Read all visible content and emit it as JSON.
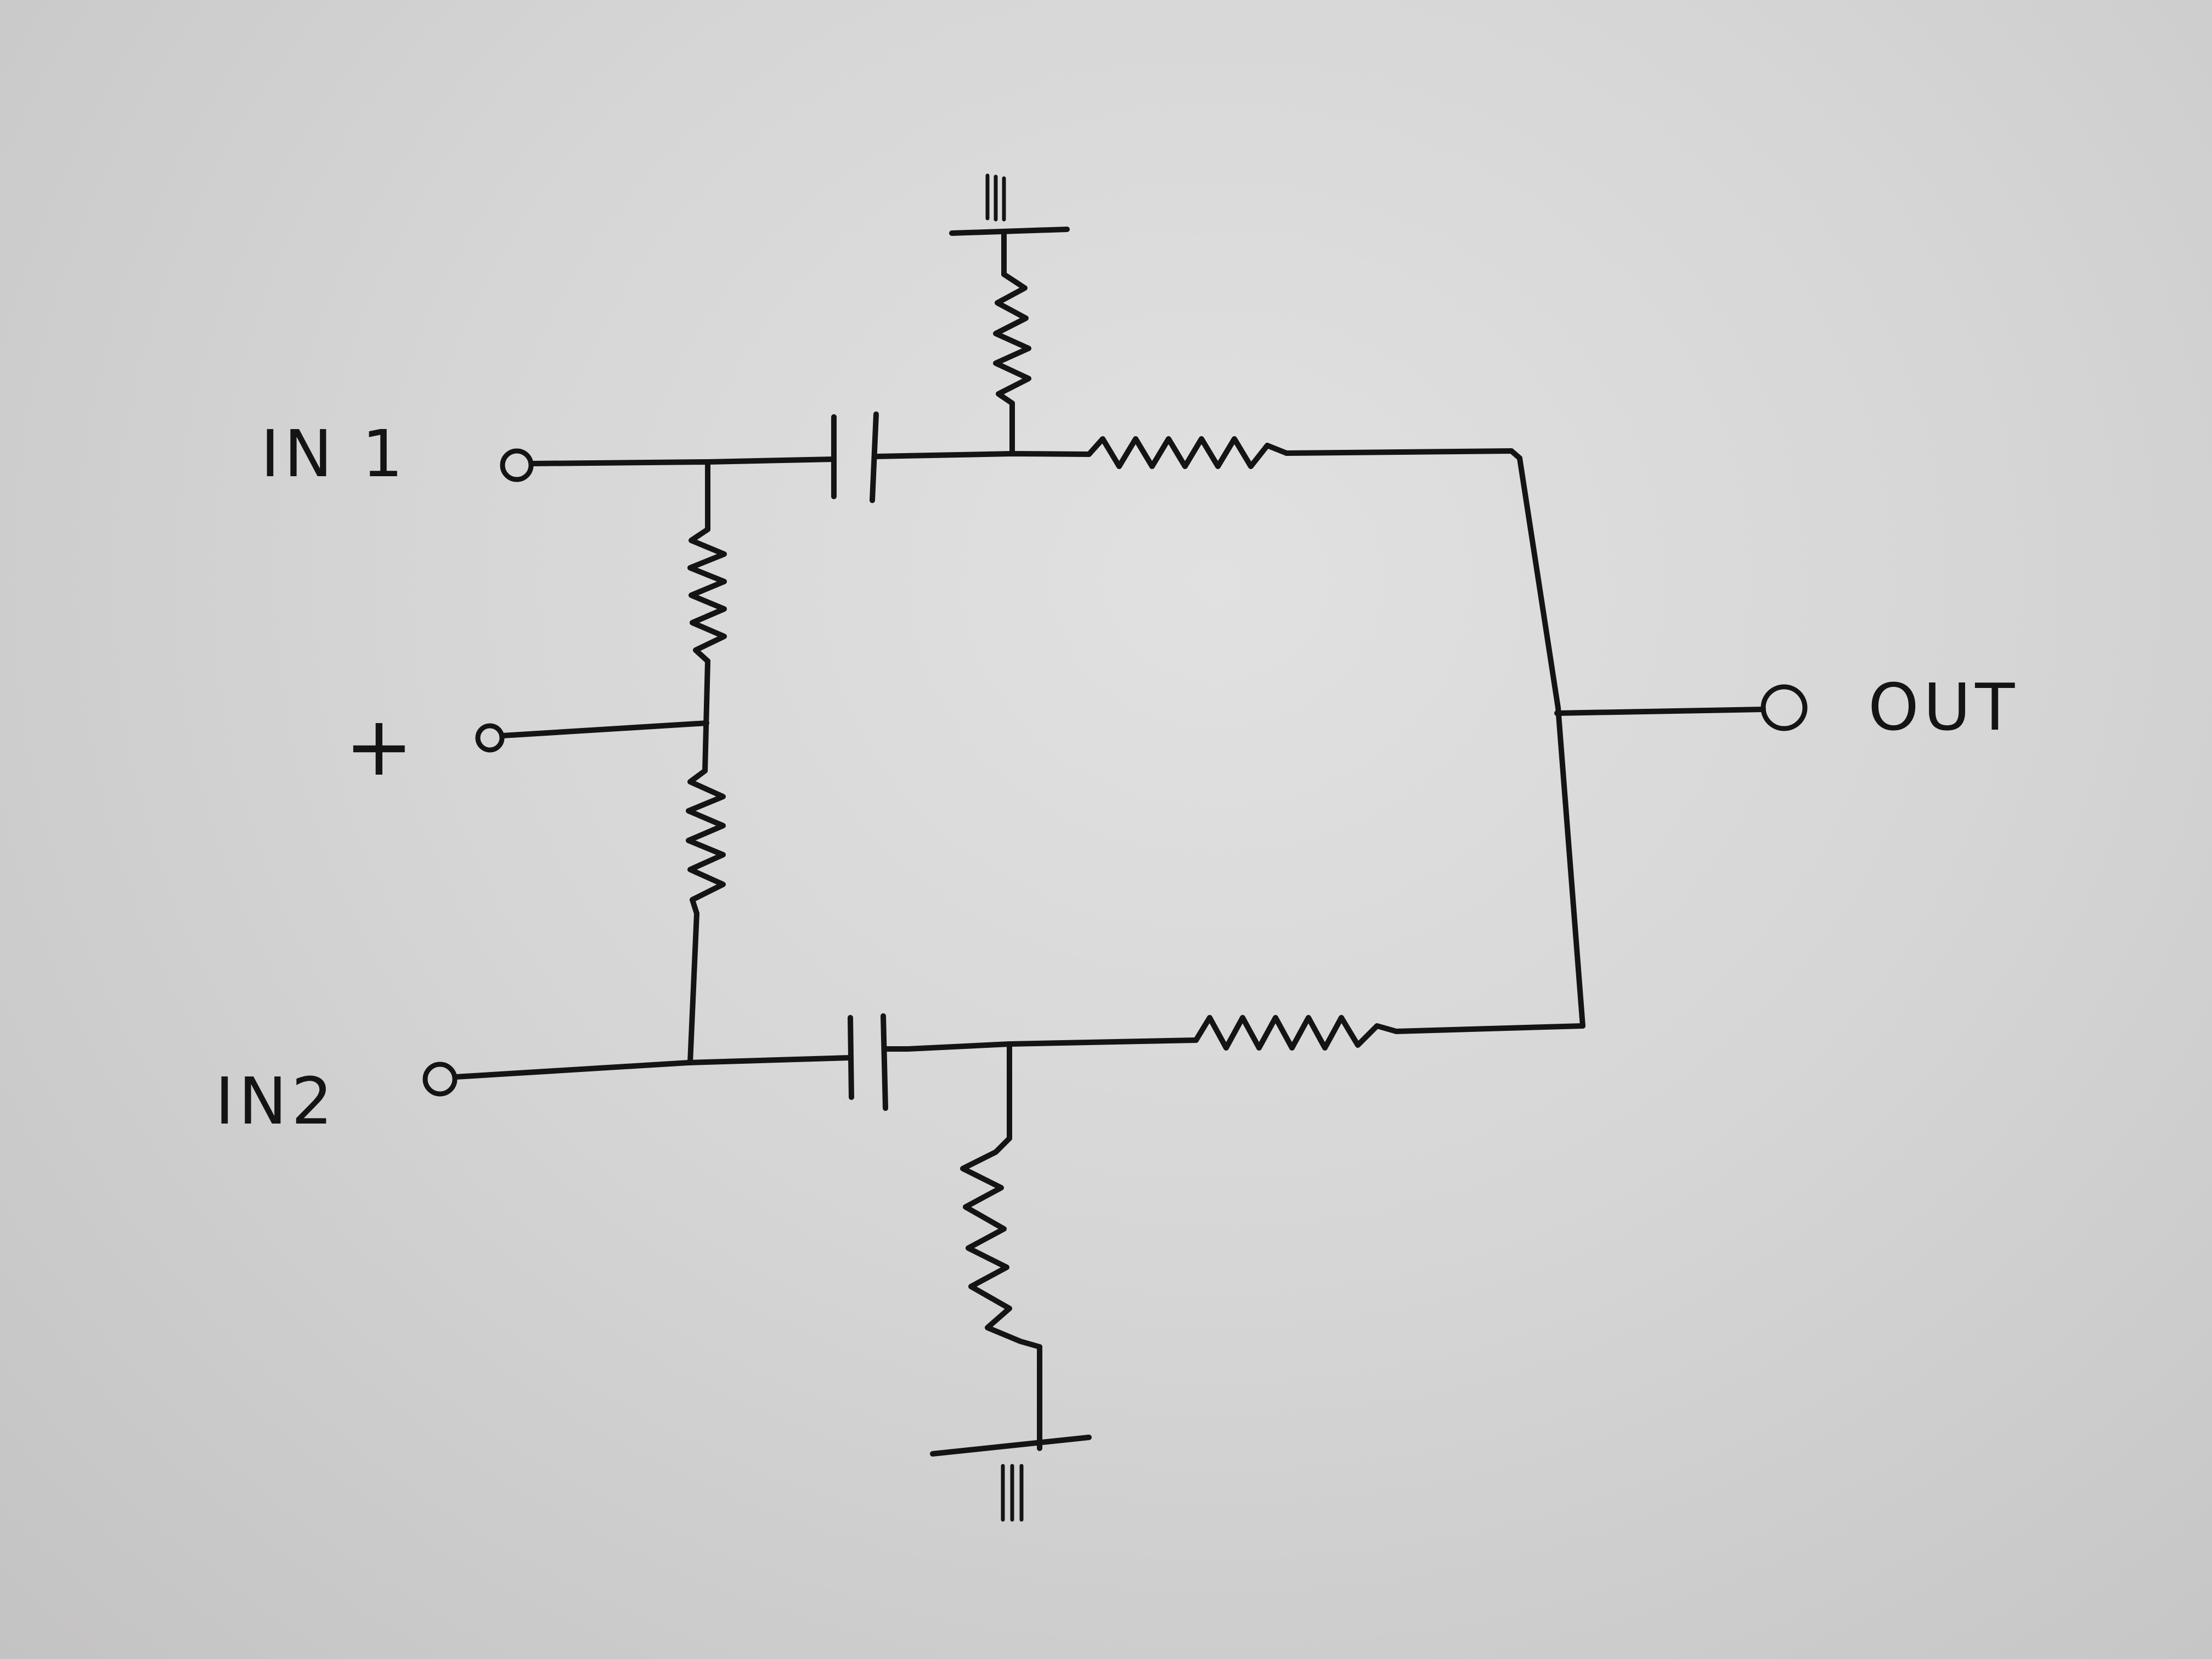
{
  "diagram": {
    "labels": {
      "in1": "IN 1",
      "plus": "+",
      "in2": "IN2",
      "out": "OUT"
    },
    "components": [
      {
        "name": "capacitor-top",
        "kind": "capacitor"
      },
      {
        "name": "capacitor-bottom",
        "kind": "capacitor"
      },
      {
        "name": "resistor-divider-upper",
        "kind": "resistor"
      },
      {
        "name": "resistor-divider-lower",
        "kind": "resistor"
      },
      {
        "name": "resistor-top-shunt",
        "kind": "resistor"
      },
      {
        "name": "resistor-top-series",
        "kind": "resistor"
      },
      {
        "name": "resistor-bottom-series",
        "kind": "resistor"
      },
      {
        "name": "resistor-bottom-shunt",
        "kind": "resistor"
      },
      {
        "name": "ground-top",
        "kind": "ground"
      },
      {
        "name": "ground-bottom",
        "kind": "ground"
      }
    ],
    "terminals": [
      "in1",
      "plus",
      "in2",
      "out"
    ],
    "colors": {
      "ink": "#141414",
      "paper": "#dcdcdc"
    }
  }
}
